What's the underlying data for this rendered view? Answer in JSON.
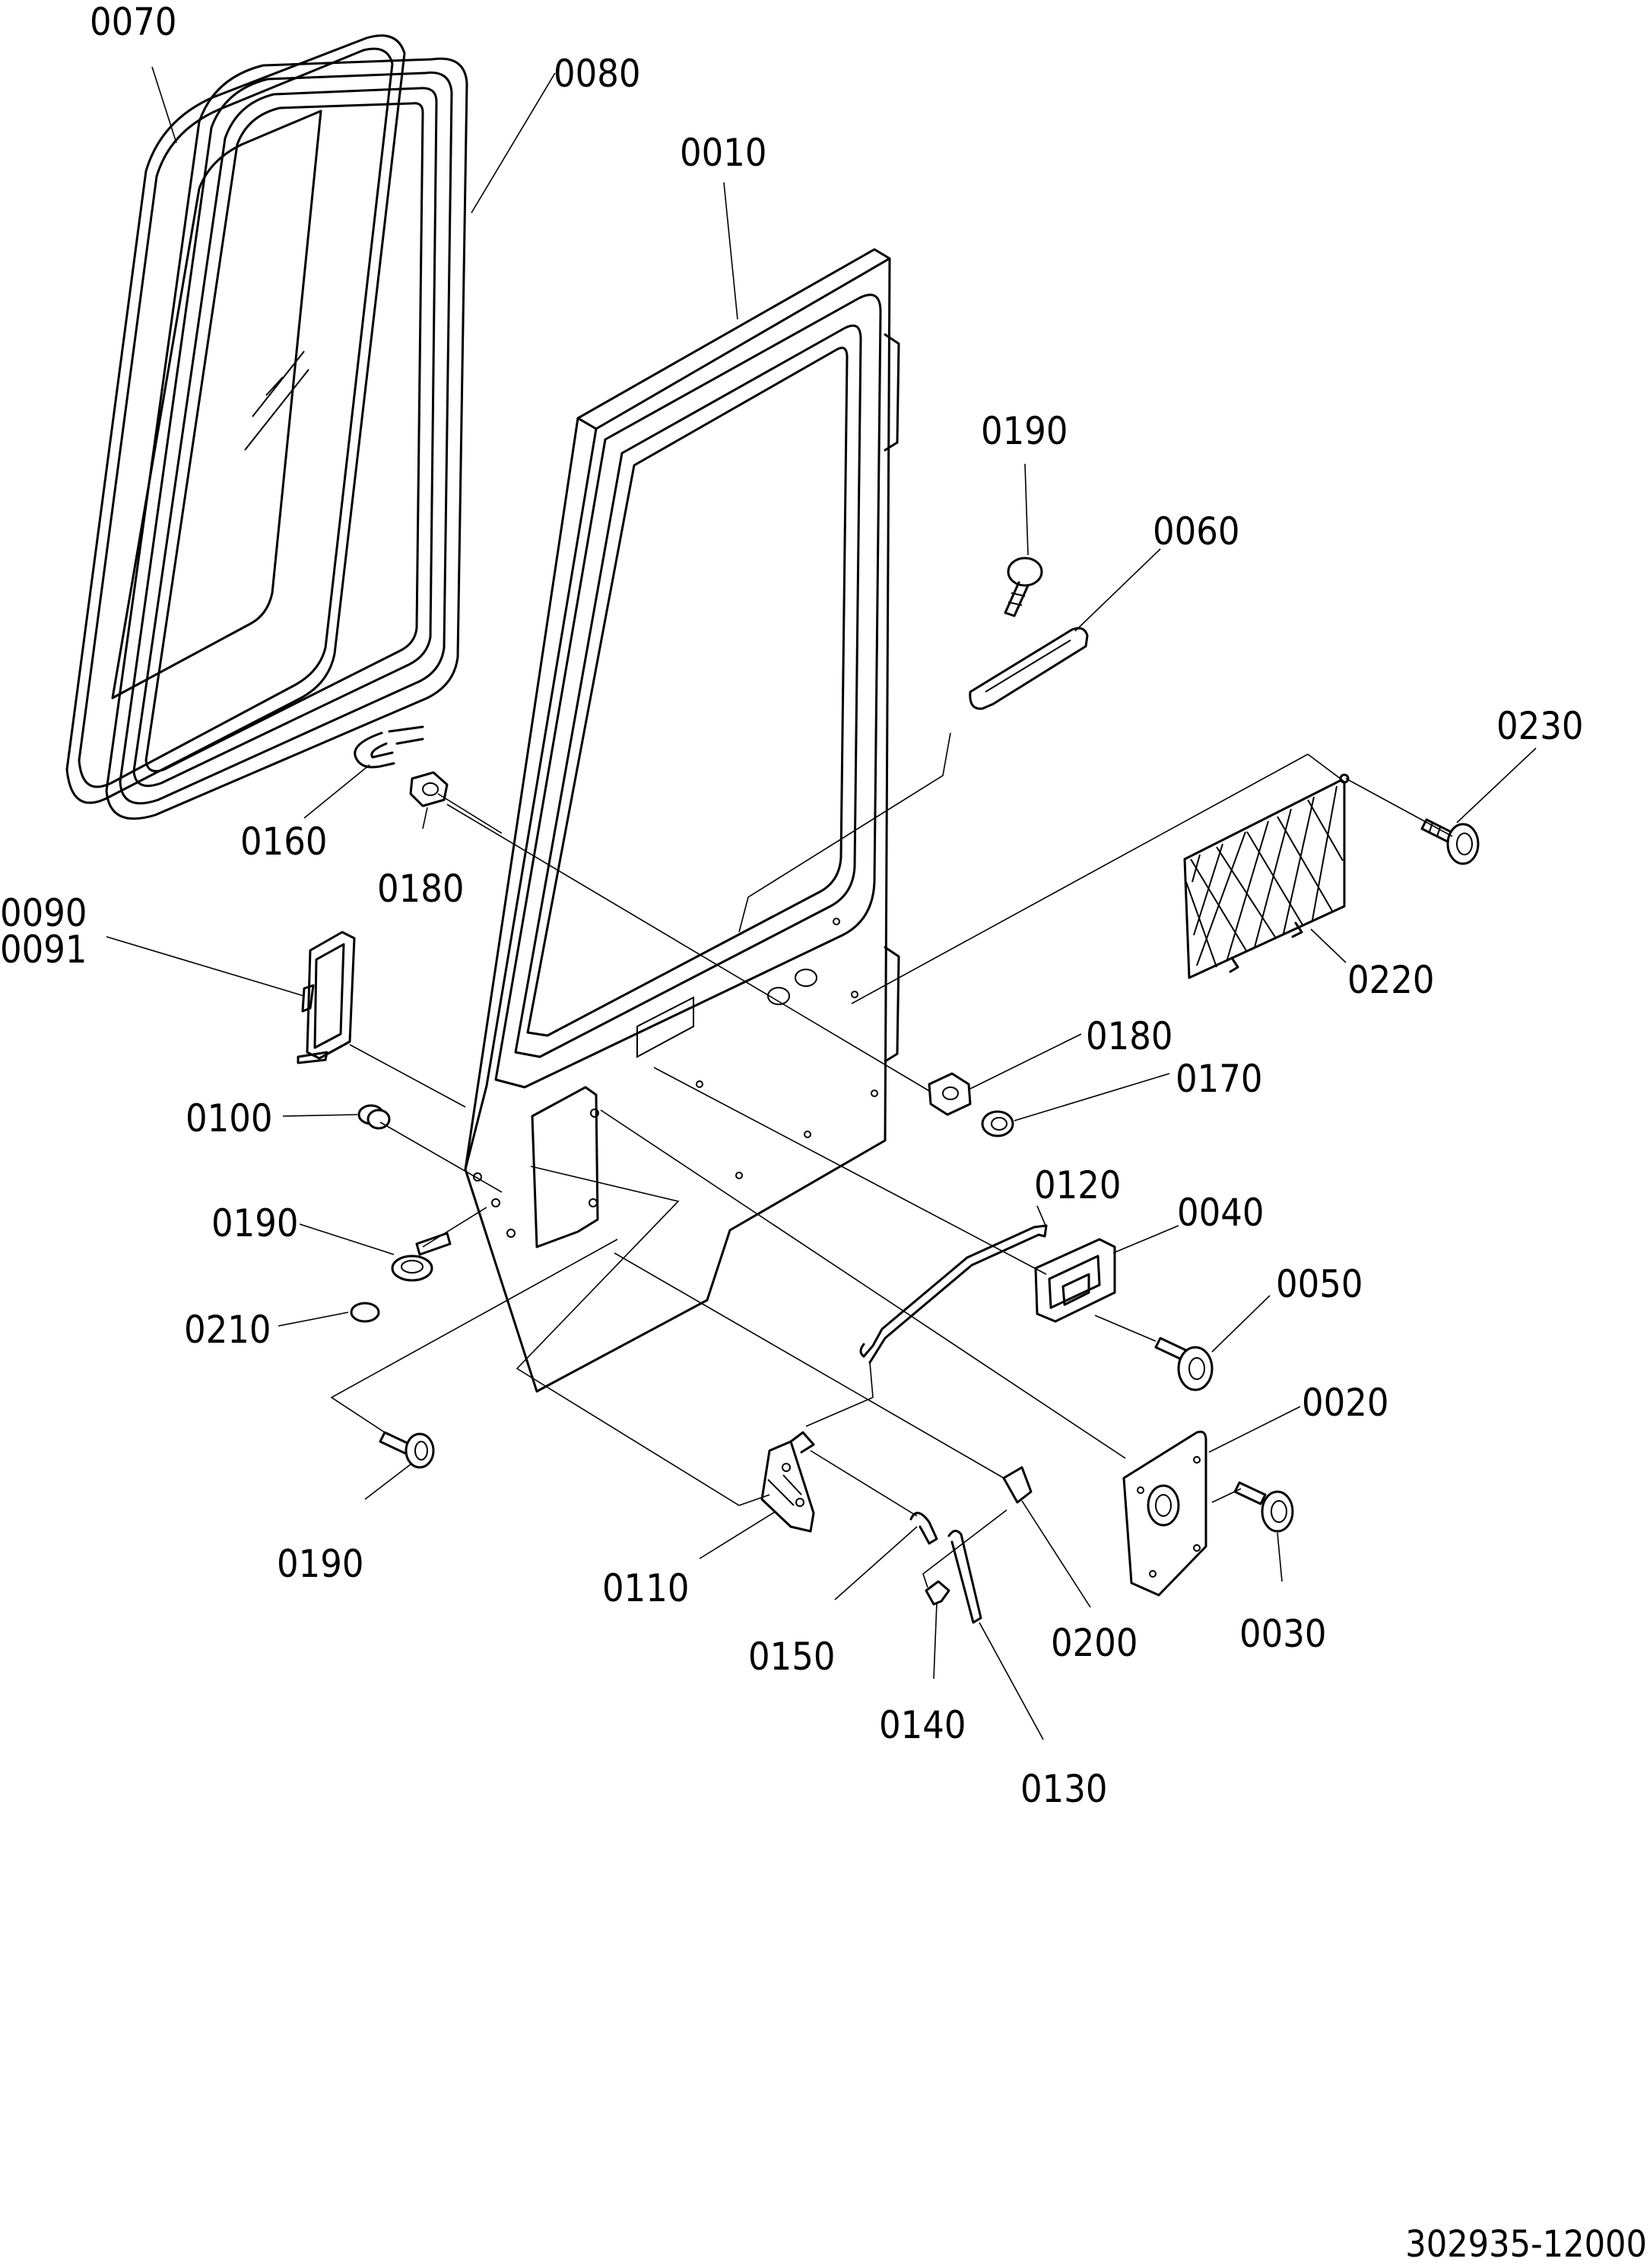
{
  "drawing_number": "302935-12000",
  "callouts": [
    {
      "id": "0070",
      "label": "0070"
    },
    {
      "id": "0080",
      "label": "0080"
    },
    {
      "id": "0010",
      "label": "0010"
    },
    {
      "id": "0190a",
      "label": "0190"
    },
    {
      "id": "0060",
      "label": "0060"
    },
    {
      "id": "0230",
      "label": "0230"
    },
    {
      "id": "0160",
      "label": "0160"
    },
    {
      "id": "0180a",
      "label": "0180"
    },
    {
      "id": "0090",
      "label": "0090"
    },
    {
      "id": "0091",
      "label": "0091"
    },
    {
      "id": "0220",
      "label": "0220"
    },
    {
      "id": "0180b",
      "label": "0180"
    },
    {
      "id": "0170",
      "label": "0170"
    },
    {
      "id": "0100",
      "label": "0100"
    },
    {
      "id": "0120",
      "label": "0120"
    },
    {
      "id": "0040",
      "label": "0040"
    },
    {
      "id": "0190b",
      "label": "0190"
    },
    {
      "id": "0050",
      "label": "0050"
    },
    {
      "id": "0210",
      "label": "0210"
    },
    {
      "id": "0020",
      "label": "0020"
    },
    {
      "id": "0190c",
      "label": "0190"
    },
    {
      "id": "0110",
      "label": "0110"
    },
    {
      "id": "0030",
      "label": "0030"
    },
    {
      "id": "0150",
      "label": "0150"
    },
    {
      "id": "0200",
      "label": "0200"
    },
    {
      "id": "0140",
      "label": "0140"
    },
    {
      "id": "0130",
      "label": "0130"
    }
  ]
}
